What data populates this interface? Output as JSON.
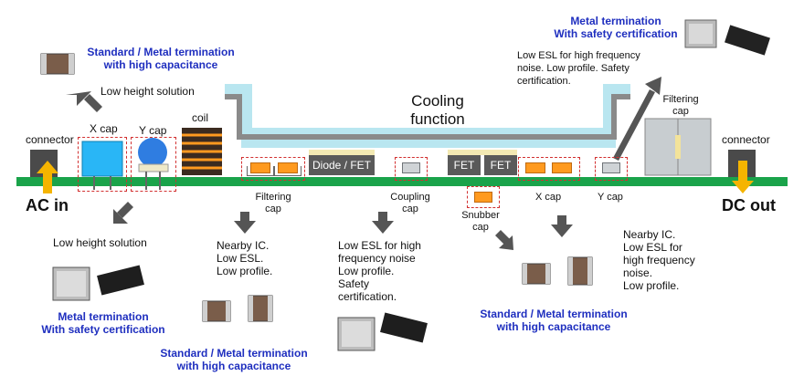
{
  "labels": {
    "connector_left": "connector",
    "connector_right": "connector",
    "x_cap_top": "X cap",
    "y_cap_top": "Y cap",
    "coil": "coil",
    "filtering_cap_right_top": "Filtering\ncap",
    "diode_fet": "Diode / FET",
    "fet1": "FET",
    "fet2": "FET",
    "cooling_function": "Cooling\nfunction",
    "ac_in": "AC in",
    "dc_out": "DC out",
    "filtering_cap_bottom": "Filtering\ncap",
    "coupling_cap": "Coupling\ncap",
    "snubber_cap": "Snubber\ncap",
    "x_cap_bottom": "X cap",
    "y_cap_bottom": "Y cap"
  },
  "notes": {
    "std_metal_top_left": "Standard / Metal termination\nwith high capacitance",
    "low_height_top": "Low height solution",
    "low_height_bottom": "Low height solution",
    "metal_safety_bottom_left": "Metal termination\nWith safety certification",
    "nearby_ic_1": "Nearby IC.\nLow ESL.\nLow profile.",
    "std_metal_bottom_center": "Standard / Metal termination\nwith high capacitance",
    "low_esl_center": "Low ESL for high\nfrequency noise\nLow profile.\nSafety\ncertification.",
    "metal_safety_top_right": "Metal termination\nWith safety certification",
    "low_esl_top_right": "Low ESL for high frequency\nnoise. Low profile. Safety\ncertification.",
    "std_metal_bottom_right": "Standard / Metal termination\nwith high capacitance",
    "nearby_ic_2": "Nearby IC.\nLow ESL for\nhigh frequency\nnoise.\nLow profile."
  },
  "colors": {
    "board": "#1aa34a",
    "cooling": "#b9e6f0",
    "heatsink": "#a9a9a9",
    "note_blue": "#1f2fbf",
    "chip_orange": "#ff9a1f",
    "dashed_red": "#d23030",
    "arrow_gray": "#555555",
    "arrow_yellow": "#f5b400"
  }
}
